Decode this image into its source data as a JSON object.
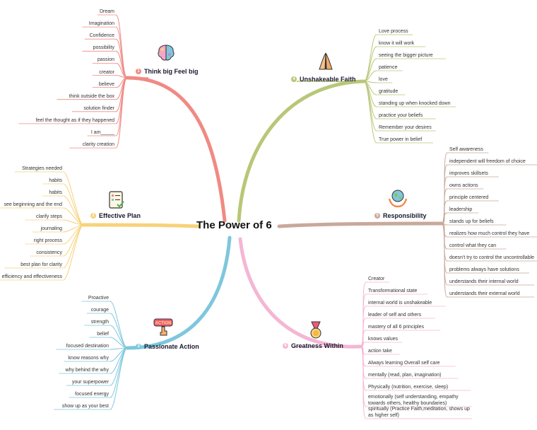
{
  "central": "The Power of 6",
  "colors": {
    "b1": "#f08a83",
    "b2": "#f7d27a",
    "b3": "#7ec7dd",
    "b4": "#b8c777",
    "b5": "#c9a89c",
    "b6": "#f4b6d3"
  },
  "branches": [
    {
      "id": "b1",
      "num": "1",
      "title": "Think big Feel big",
      "icon": "brain-icon",
      "items": [
        "Dream",
        "Imagination",
        "Confidence",
        "possibility",
        "passion",
        "creator",
        "believe",
        "think outside the box",
        "solution finder",
        "feel the thought as if they happened",
        "I am_____",
        "clarity creation"
      ]
    },
    {
      "id": "b2",
      "num": "2",
      "title": "Effective Plan",
      "icon": "checklist-icon",
      "items": [
        "Strategies needed",
        "habits",
        "habits",
        "see beginning and the end",
        "clarify steps",
        "journaling",
        "right process",
        "consistency",
        "best plan for clarity",
        "efficiency and effectiveness"
      ]
    },
    {
      "id": "b3",
      "num": "3",
      "title": "Passionate Action",
      "icon": "action-hand-icon",
      "icon_text": "ACTION",
      "items": [
        "Proactive",
        "courage",
        "strength",
        "belief",
        "focused destination",
        "know reasons why",
        "why behind the why",
        "your superpower",
        "focused energy",
        "show up as your best"
      ]
    },
    {
      "id": "b4",
      "num": "4",
      "title": "Unshakeable Faith",
      "icon": "praying-hands-icon",
      "items": [
        "Love process",
        "know it will work",
        "seeing the bigger picture",
        "patience",
        "love",
        "gratitude",
        "standing up when knocked down",
        "practice your beliefs",
        "Remember your desires",
        "True power in belief"
      ]
    },
    {
      "id": "b5",
      "num": "5",
      "title": "Responsibility",
      "icon": "globe-hands-icon",
      "items": [
        "Self awareness",
        "independent will freedom of choice",
        "improves skillsets",
        "owns actions",
        "principle centered",
        "leadership",
        "stands up for beliefs",
        "realizes how much control they have",
        "control what they can",
        "doesn't try to control the uncontrollable",
        "problems always have solutions",
        "understands their internal world",
        "understands their external world"
      ]
    },
    {
      "id": "b6",
      "num": "6",
      "title": "Greatness Within",
      "icon": "medal-icon",
      "items": [
        "Creator",
        "Transformational state",
        "internal world is unshakeable",
        "leader of self and others",
        "mastery of all 6 principles",
        "knows values",
        "action take",
        "Always learning Overall self care",
        "mentally (read, plan, imagination)",
        "Physically (nutrition, exercise, sleep)",
        "emotionally (self understanding, empathy towards others, healthy boundaries)",
        "spiritually (Practice Faith,meditation, shows up as higher self)"
      ]
    }
  ]
}
